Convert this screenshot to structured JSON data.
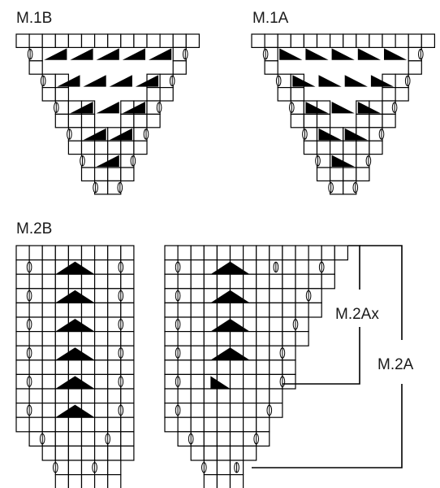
{
  "charts": [
    {
      "key": "m1b",
      "title": "M.1B"
    },
    {
      "key": "m1a",
      "title": "M.1A"
    },
    {
      "key": "m2b",
      "title": "M.2B"
    },
    {
      "key": "m2a",
      "title": ""
    }
  ],
  "brackets": [
    {
      "key": "m2ax",
      "label": "M.2Ax"
    },
    {
      "key": "m2a",
      "label": "M.2A"
    }
  ],
  "legend_symbols": {
    "cell": "knit-stitch",
    "yo": "yarn-over-symbol",
    "triangle": "decrease-symbol"
  },
  "colors": {
    "ink": "#000000",
    "paper": "#ffffff"
  }
}
